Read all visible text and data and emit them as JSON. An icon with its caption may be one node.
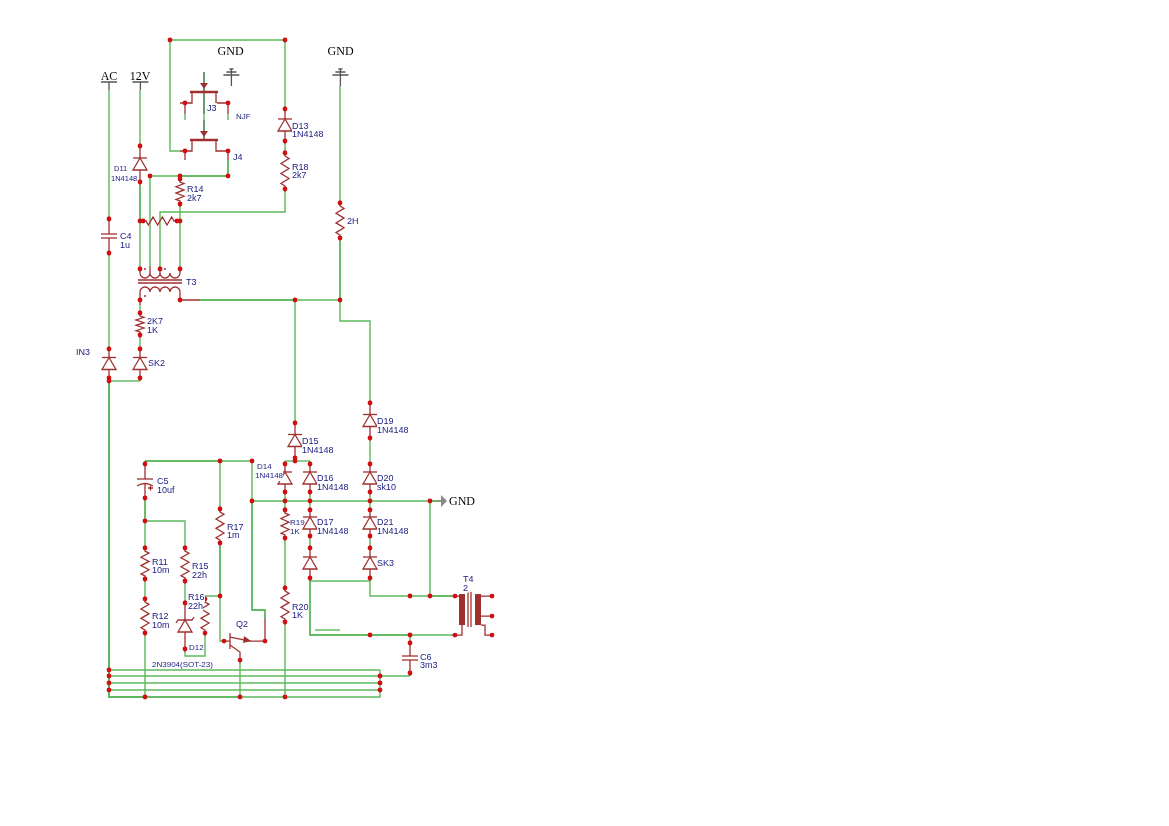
{
  "diagram": {
    "nodes": [
      {
        "text": [
          "AC"
        ]
      },
      {
        "text": [
          "12V"
        ]
      },
      {
        "text": [
          "GND"
        ]
      },
      {
        "text": [
          "GND"
        ]
      },
      {
        "text": [
          "J3"
        ],
        "beside": [
          "NJF"
        ]
      },
      {
        "text": [
          "J4"
        ]
      },
      {
        "text": [
          "D11",
          "1N4148"
        ]
      },
      {
        "text": [
          "R14",
          "2k7"
        ]
      },
      {
        "text": [],
        "shape": "resistor"
      },
      {
        "text": [
          "D13",
          "1N4148"
        ]
      },
      {
        "text": [
          "R18",
          "2k7"
        ]
      },
      {
        "text": [
          "C4",
          "1u"
        ]
      },
      {
        "text": [
          "2H"
        ]
      },
      {
        "text": [
          "T3"
        ]
      },
      {
        "text": [
          "2K7",
          "1K"
        ]
      },
      {
        "text": [
          "IN3"
        ]
      },
      {
        "text": [
          "SK2"
        ]
      },
      {
        "text": [
          "D19",
          "1N4148"
        ]
      },
      {
        "text": [
          "D15",
          "1N4148"
        ]
      },
      {
        "text": [
          "C5",
          "10uf"
        ]
      },
      {
        "text": [
          "D14",
          "1N4148"
        ]
      },
      {
        "text": [
          "D16",
          "1N4148"
        ]
      },
      {
        "text": [
          "D20",
          "sk10"
        ]
      },
      {
        "text": [
          "GND"
        ]
      },
      {
        "text": [
          "R17",
          "1m"
        ]
      },
      {
        "text": [
          "R19",
          "1K"
        ]
      },
      {
        "text": [
          "D17",
          "1N4148"
        ]
      },
      {
        "text": [
          "D21",
          "1N4148"
        ]
      },
      {
        "text": [
          "R11",
          "10m"
        ]
      },
      {
        "text": [
          "R15",
          "22h"
        ]
      },
      {
        "text": [],
        "shape": "diode"
      },
      {
        "text": [
          "SK3"
        ]
      },
      {
        "text": [
          "T4",
          "2"
        ]
      },
      {
        "text": [
          "R16",
          "22h"
        ]
      },
      {
        "text": [
          "D12"
        ]
      },
      {
        "text": [
          "R12",
          "10m"
        ]
      },
      {
        "text": [
          "R20",
          "1K"
        ]
      },
      {
        "text": [
          "Q2"
        ],
        "beside": [
          "2N3904(SOT-23)"
        ]
      },
      {
        "text": [
          "C6",
          "3m3"
        ]
      }
    ],
    "edges": [
      {
        "from": 0,
        "to": 11,
        "arrow": "none"
      },
      {
        "from": 11,
        "to": 15,
        "arrow": "none"
      },
      {
        "from": 1,
        "to": 6,
        "arrow": "none"
      },
      {
        "from": 6,
        "to": 8,
        "arrow": "none"
      },
      {
        "from": 6,
        "to": 13,
        "arrow": "none"
      },
      {
        "from": 7,
        "to": 8,
        "arrow": "none"
      },
      {
        "from": 8,
        "to": 13,
        "arrow": "none"
      },
      {
        "from": 5,
        "to": 7,
        "arrow": "none"
      },
      {
        "from": 5,
        "to": 13,
        "arrow": "none"
      },
      {
        "from": 10,
        "to": 13,
        "arrow": "none"
      },
      {
        "from": 9,
        "to": 10,
        "arrow": "none"
      },
      {
        "from": 5,
        "to": 9,
        "arrow": "none"
      },
      {
        "from": 4,
        "to": 5,
        "arrow": "none"
      },
      {
        "from": 4,
        "to": 5,
        "arrow": "none"
      },
      {
        "from": 4,
        "to": 5,
        "arrow": "none"
      },
      {
        "from": 3,
        "to": 12,
        "arrow": "none"
      },
      {
        "from": 13,
        "to": 12,
        "arrow": "none"
      },
      {
        "from": 13,
        "to": 18,
        "arrow": "none"
      },
      {
        "from": 12,
        "to": 17,
        "arrow": "none"
      },
      {
        "from": 13,
        "to": 14,
        "arrow": "none"
      },
      {
        "from": 14,
        "to": 16,
        "arrow": "none"
      },
      {
        "from": 16,
        "to": 15,
        "arrow": "none"
      },
      {
        "from": 17,
        "to": 22,
        "arrow": "none"
      },
      {
        "from": 18,
        "to": 20,
        "arrow": "none"
      },
      {
        "from": 18,
        "to": 21,
        "arrow": "none"
      },
      {
        "from": 19,
        "to": 24,
        "arrow": "none"
      },
      {
        "from": 19,
        "to": 37,
        "arrow": "none"
      },
      {
        "from": 20,
        "to": 25,
        "arrow": "none"
      },
      {
        "from": 21,
        "to": 26,
        "arrow": "none"
      },
      {
        "from": 22,
        "to": 27,
        "arrow": "none"
      },
      {
        "from": 23,
        "to": 37,
        "arrow": "none"
      },
      {
        "from": 23,
        "to": 32,
        "arrow": "none"
      },
      {
        "from": 24,
        "to": 33,
        "arrow": "none"
      },
      {
        "from": 24,
        "to": 37,
        "arrow": "none"
      },
      {
        "from": 19,
        "to": 28,
        "arrow": "none"
      },
      {
        "from": 19,
        "to": 29,
        "arrow": "none"
      },
      {
        "from": 28,
        "to": 35,
        "arrow": "none"
      },
      {
        "from": 29,
        "to": 34,
        "arrow": "none"
      },
      {
        "from": 34,
        "to": 33,
        "arrow": "none"
      },
      {
        "from": 25,
        "to": 36,
        "arrow": "none"
      },
      {
        "from": 26,
        "to": 30,
        "arrow": "none"
      },
      {
        "from": 27,
        "to": 31,
        "arrow": "none"
      },
      {
        "from": 30,
        "to": 31,
        "arrow": "none"
      },
      {
        "from": 30,
        "to": 32,
        "arrow": "none"
      },
      {
        "from": 30,
        "to": 38,
        "arrow": "none"
      },
      {
        "from": 31,
        "to": 32,
        "arrow": "none"
      },
      {
        "from": 15,
        "to": 35,
        "arrow": "none"
      },
      {
        "from": 15,
        "to": 37,
        "arrow": "none"
      },
      {
        "from": 15,
        "to": 36,
        "arrow": "none"
      },
      {
        "from": 15,
        "to": 38,
        "arrow": "none"
      }
    ]
  }
}
